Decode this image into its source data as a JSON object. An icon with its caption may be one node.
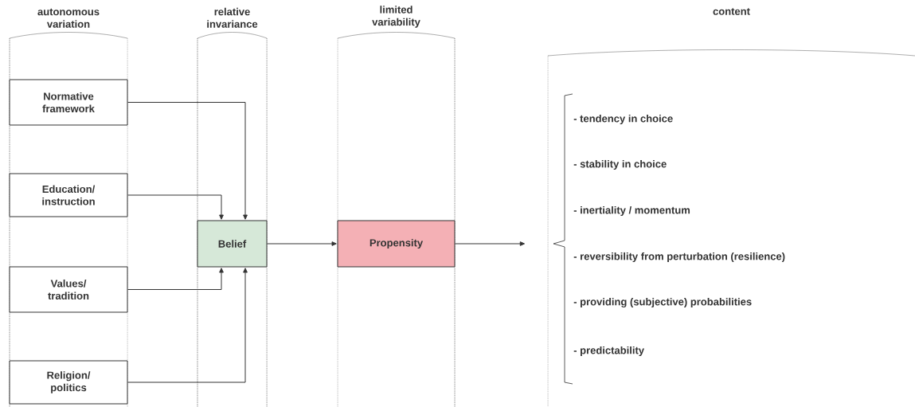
{
  "diagram": {
    "nodes": [
      {
        "text": [
          "autonomous variation"
        ]
      },
      {
        "text": [
          "Normative framework"
        ],
        "in": 0
      },
      {
        "text": [
          "Education/ instruction"
        ],
        "in": 0
      },
      {
        "text": [
          "Values/ tradition"
        ],
        "in": 0
      },
      {
        "text": [
          "Religion/ politics"
        ],
        "in": 0
      },
      {
        "text": [
          "relative invariance"
        ]
      },
      {
        "text": [
          "Belief"
        ],
        "in": 5
      },
      {
        "text": [
          "limited variability"
        ]
      },
      {
        "text": [
          "Propensity"
        ],
        "in": 7
      },
      {
        "text": [
          "content"
        ]
      },
      {
        "text": [],
        "shape": "brace",
        "in": 9,
        "beside": [
          "- tendency in choice",
          "- stability in choice",
          "- inertiality / momentum",
          "- reversibility from perturbation (resilience)",
          "- providing (subjective) probabilities",
          "- predictability"
        ]
      }
    ],
    "edges": [
      {
        "from": 1,
        "to": 6,
        "arrow": "to"
      },
      {
        "from": 2,
        "to": 6,
        "arrow": "to"
      },
      {
        "from": 3,
        "to": 6,
        "arrow": "to"
      },
      {
        "from": 4,
        "to": 6,
        "arrow": "to"
      },
      {
        "from": 6,
        "to": 8,
        "arrow": "to"
      },
      {
        "from": 8,
        "to": 10,
        "arrow": "to"
      }
    ]
  }
}
